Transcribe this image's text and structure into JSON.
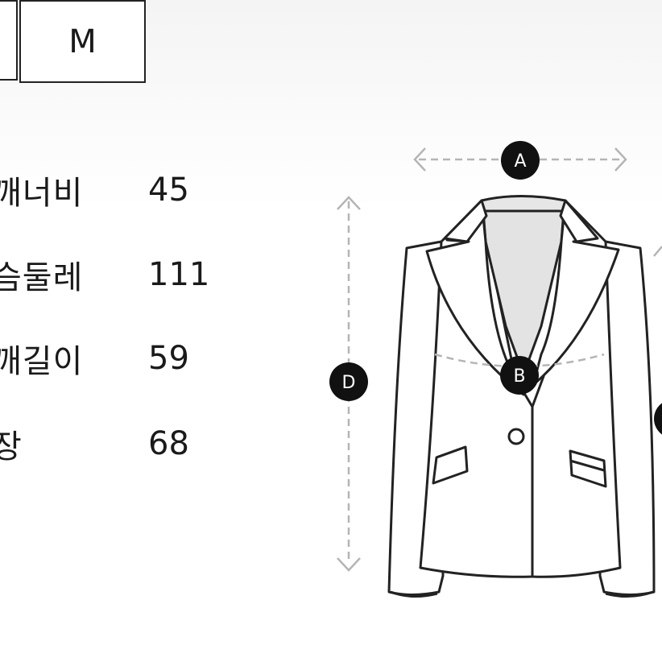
{
  "size_selector": {
    "selected_size": "M"
  },
  "measurements": [
    {
      "label": "깨너비",
      "value": "45"
    },
    {
      "label": "슴둘레",
      "value": "111"
    },
    {
      "label": "깨길이",
      "value": "59"
    },
    {
      "label": "장",
      "value": "68"
    }
  ],
  "diagram": {
    "markers": {
      "a": "A",
      "b": "B",
      "d": "D"
    }
  }
}
